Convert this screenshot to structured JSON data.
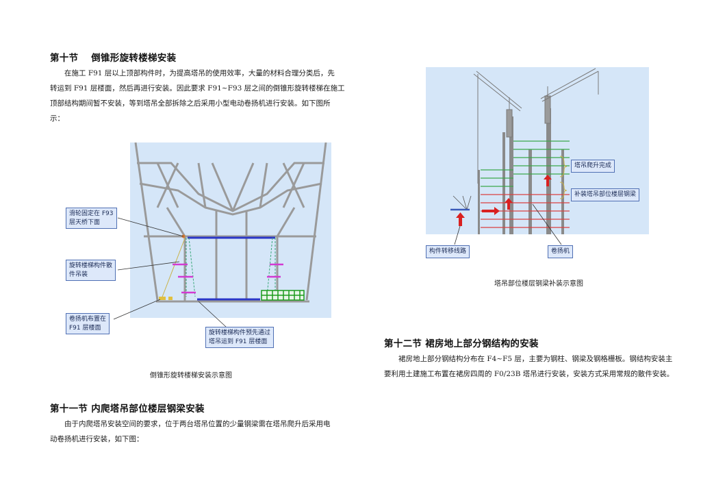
{
  "section10": {
    "title": "第十节 　倒锥形旋转楼梯安装",
    "lines": [
      "在施工 F91 层以上顶部构件时，为提高塔吊的使用效率，大量的材料合理分类后，先",
      "转运到 F91 层楼面，然后再进行安装。因此要求 F91~F93 层之间的倒锥形旋转楼梯在施工",
      "顶部结构期间暂不安装，等到塔吊全部拆除之后采用小型电动卷扬机进行安装。如下图所",
      "示："
    ],
    "callouts": {
      "pulley": [
        "滑轮固定在 F93",
        "层天桥下面"
      ],
      "parts": [
        "旋转楼梯构件散",
        "件吊装"
      ],
      "winch": [
        "卷扬机布置在",
        "F91 层楼面"
      ],
      "pretransport": [
        "旋转楼梯构件预先通过",
        "塔吊运到 F91 层楼面"
      ]
    },
    "caption": "倒锥形旋转楼梯安装示意图"
  },
  "section11": {
    "title": "第十一节 内爬塔吊部位楼层钢梁安装",
    "lines": [
      "由于内爬塔吊安装空间的要求，位于两台塔吊位置的少量钢梁需在塔吊爬升后采用电",
      "动卷扬机进行安装，如下图："
    ]
  },
  "figure2": {
    "callouts": {
      "climb_done": "塔吊爬升完成",
      "supplement": "补装塔吊部位楼层钢梁",
      "transfer": "构件转移线路",
      "winch": "卷扬机"
    },
    "caption": "塔吊部位楼层钢梁补装示意图"
  },
  "section12": {
    "title": "第十二节 裙房地上部分钢结构的安装",
    "lines": [
      "裙房地上部分钢结构分布在 F4~F5 层，主要为钢柱、钢梁及钢格栅板。钢结构安装主",
      "要利用土建施工布置在裙房四周的 F0/23B 塔吊进行安装，安装方式采用常规的散件安装。"
    ]
  },
  "colors": {
    "figure_bg": "#d5e6f8",
    "callout_bg": "#dde8fa",
    "callout_border": "#4f6fb3",
    "truss": "#9a9a9a",
    "beam_blue": "#2a36c8",
    "magenta": "#d23ad2",
    "green_grid": "#1a9a1a",
    "red_arrow": "#d92020"
  }
}
